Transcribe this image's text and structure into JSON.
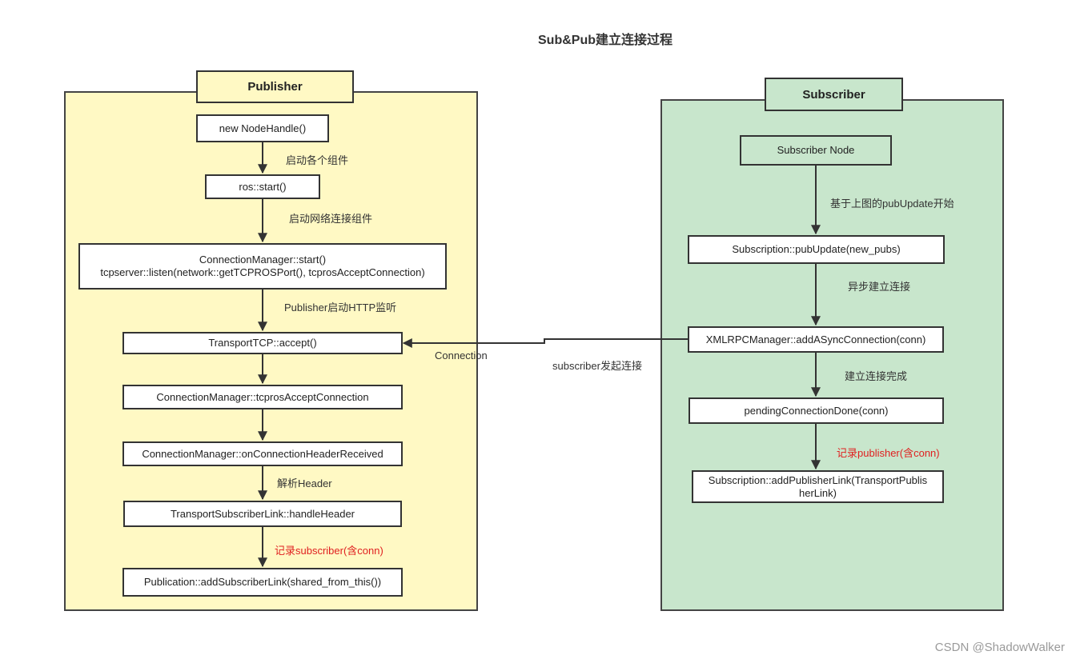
{
  "title": "Sub&Pub建立连接过程",
  "publisher": {
    "header": "Publisher",
    "nodes": [
      {
        "text": "new NodeHandle()"
      },
      {
        "text": "ros::start()"
      },
      {
        "line1": "ConnectionManager::start()",
        "line2": "tcpserver::listen(network::getTCPROSPort(), tcprosAcceptConnection)"
      },
      {
        "text": "TransportTCP::accept()"
      },
      {
        "text": "ConnectionManager::tcprosAcceptConnection"
      },
      {
        "text": "ConnectionManager::onConnectionHeaderReceived"
      },
      {
        "text": "TransportSubscriberLink::handleHeader"
      },
      {
        "text": "Publication::addSubscriberLink(shared_from_this())"
      }
    ],
    "edge_labels": [
      "启动各个组件",
      "启动网络连接组件",
      "Publisher启动HTTP监听",
      "解析Header",
      "记录subscriber(含conn)"
    ]
  },
  "subscriber": {
    "header": "Subscriber",
    "nodes": [
      {
        "text": "Subscriber Node"
      },
      {
        "text": "Subscription::pubUpdate(new_pubs)"
      },
      {
        "text": "XMLRPCManager::addASyncConnection(conn)"
      },
      {
        "text": "pendingConnectionDone(conn)"
      },
      {
        "line1": "Subscription::addPublisherLink(TransportPublis",
        "line2": "herLink)"
      }
    ],
    "edge_labels": [
      "基于上图的pubUpdate开始",
      "异步建立连接",
      "建立连接完成",
      "记录publisher(含conn)"
    ]
  },
  "cross_labels": {
    "connection": "Connection",
    "initiate": "subscriber发起连接"
  },
  "watermark": "CSDN @ShadowWalker",
  "colors": {
    "publisher_fill": "#fff9c4",
    "subscriber_fill": "#c8e6cc",
    "stroke": "#333333",
    "highlight_text": "#e02020"
  }
}
